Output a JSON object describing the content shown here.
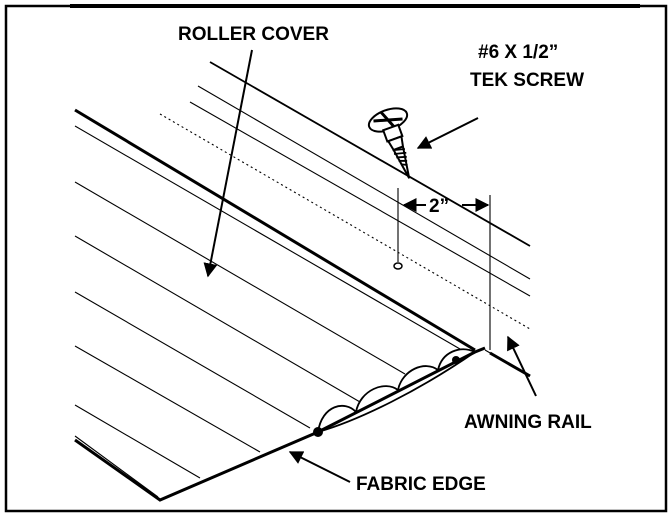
{
  "diagram": {
    "labels": {
      "roller_cover": "ROLLER COVER",
      "screw_line1": "#6 X 1/2”",
      "screw_line2": "TEK SCREW",
      "dimension": "2”",
      "awning_rail": "AWNING RAIL",
      "fabric_edge": "FABRIC EDGE"
    }
  }
}
